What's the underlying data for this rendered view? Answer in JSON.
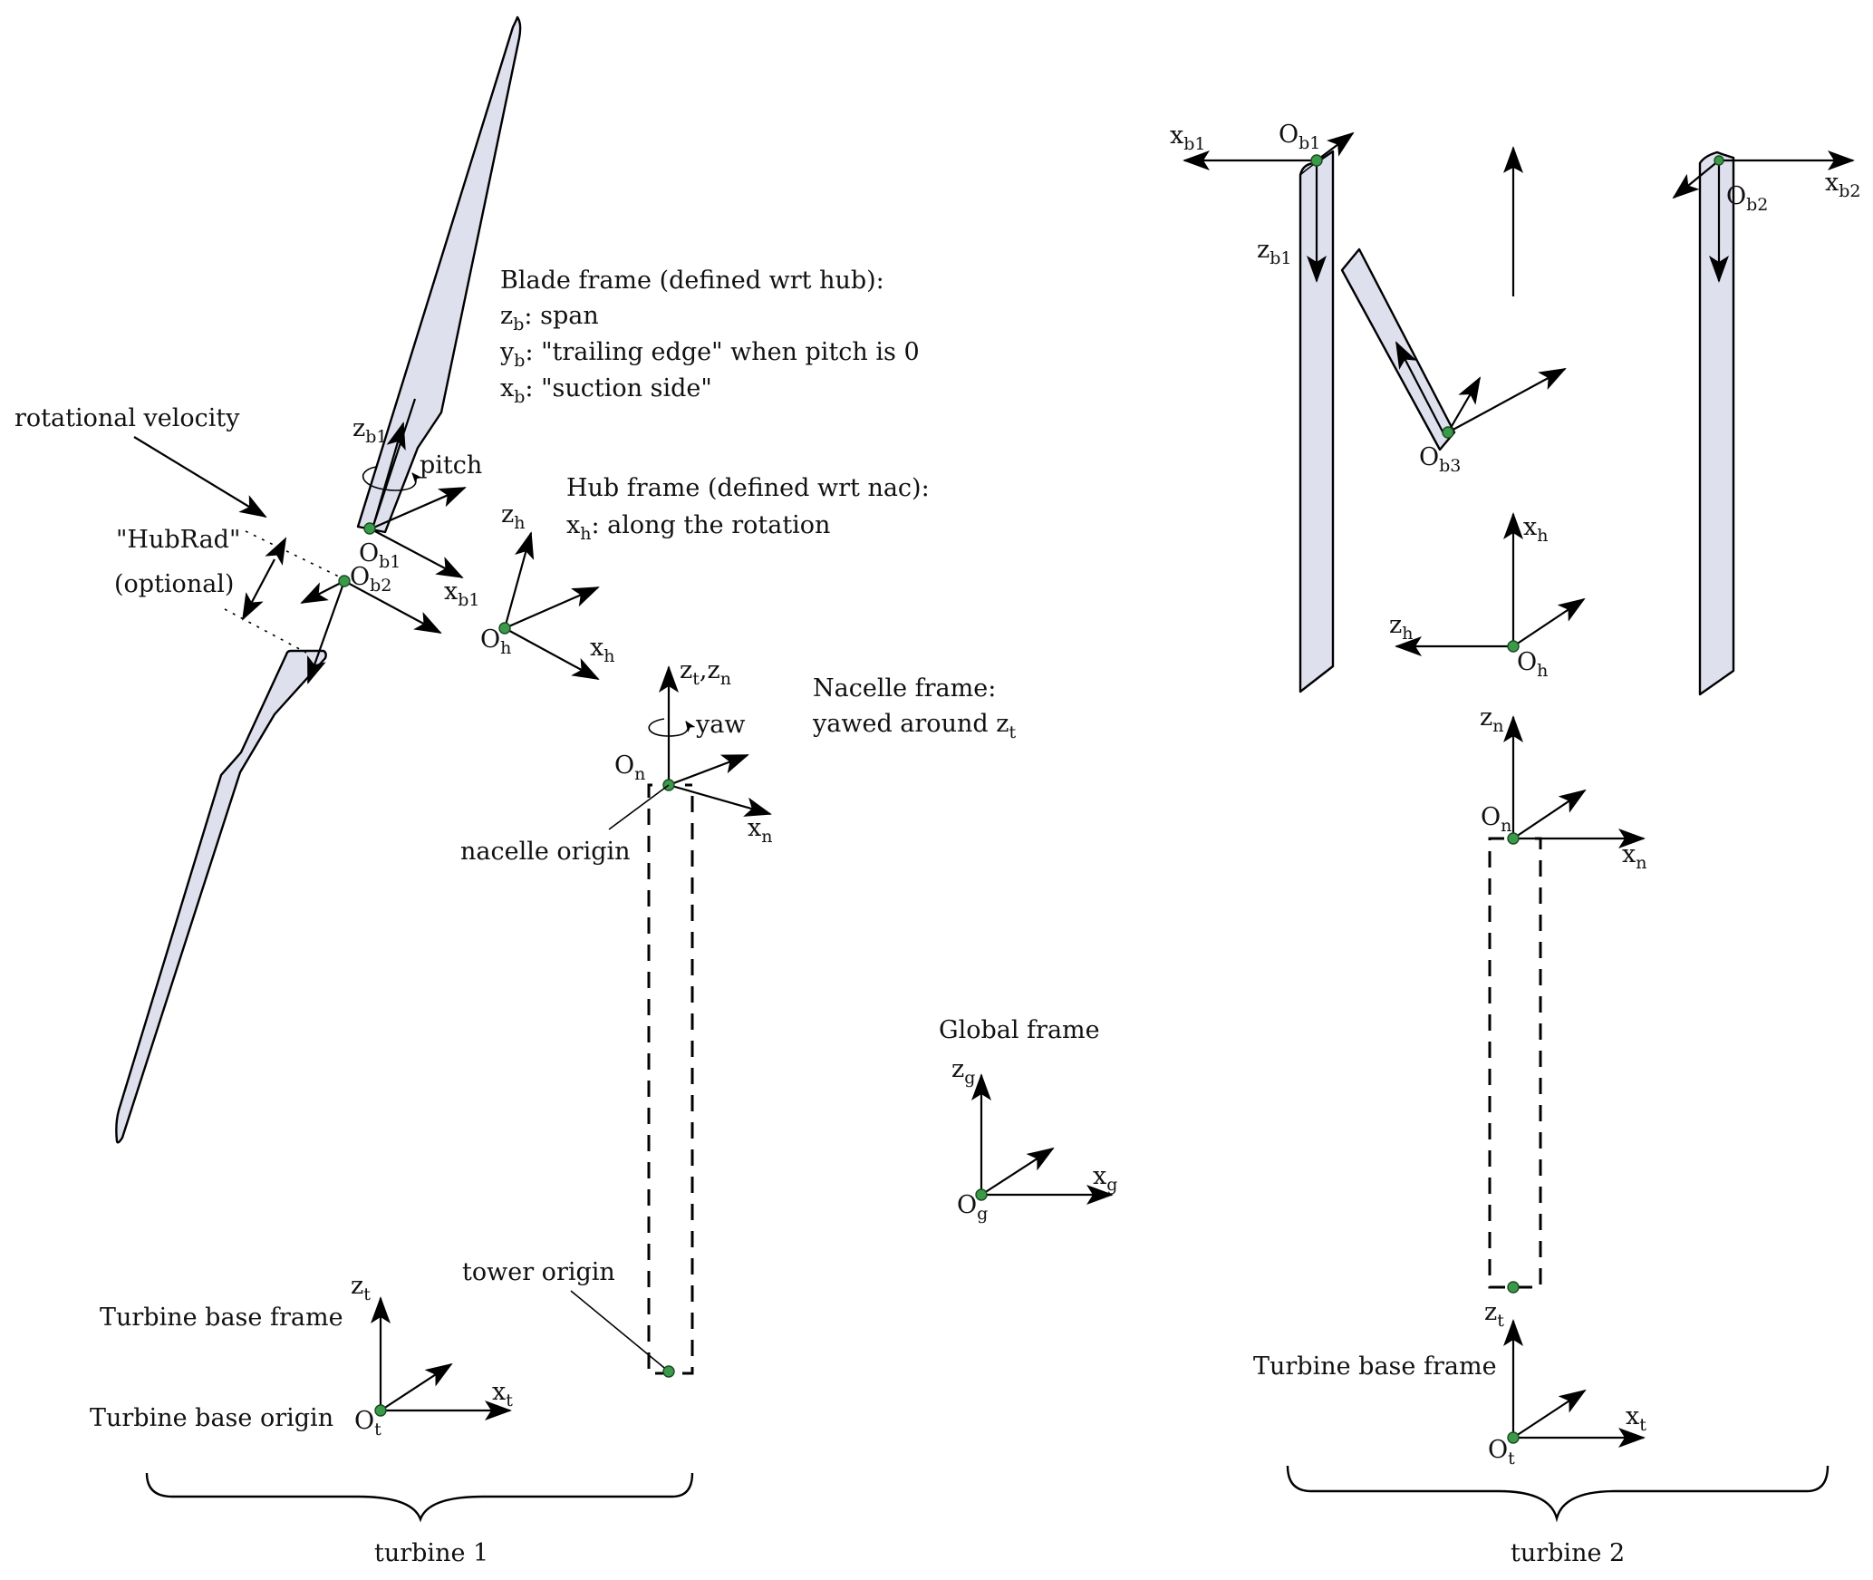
{
  "colors": {
    "blade_fill": "#dfe0ee",
    "origin_dot": "#3a9a4a",
    "line": "#000000"
  },
  "turbine1": {
    "label": "turbine 1",
    "blade_frame": {
      "title": "Blade frame (defined wrt hub):",
      "lines": [
        {
          "sym": "z",
          "sub": "b",
          "text": ": span"
        },
        {
          "sym": "y",
          "sub": "b",
          "text": ": \"trailing edge\" when pitch is 0"
        },
        {
          "sym": "x",
          "sub": "b",
          "text": ": \"suction side\""
        }
      ]
    },
    "hub_frame": {
      "title": "Hub frame (defined wrt nac):",
      "lines": [
        {
          "sym": "x",
          "sub": "h",
          "text": ": along the rotation"
        }
      ]
    },
    "nacelle_frame": {
      "title": "Nacelle frame:",
      "line": "yawed around z",
      "line_sub": "t"
    },
    "rotational_velocity": "rotational velocity",
    "hubrad": "\"HubRad\"",
    "hubrad_note": "(optional)",
    "pitch": "pitch",
    "yaw": "yaw",
    "nacelle_origin": "nacelle origin",
    "tower_origin": "tower origin",
    "turbine_base_frame": "Turbine base frame",
    "turbine_base_origin": "Turbine base origin",
    "axes": {
      "z_b1": {
        "sym": "z",
        "sub": "b1"
      },
      "x_b1": {
        "sym": "x",
        "sub": "b1"
      },
      "O_b1": {
        "sym": "O",
        "sub": "b1"
      },
      "O_b2": {
        "sym": "O",
        "sub": "b2"
      },
      "z_h": {
        "sym": "z",
        "sub": "h"
      },
      "x_h": {
        "sym": "x",
        "sub": "h"
      },
      "O_h": {
        "sym": "O",
        "sub": "h"
      },
      "z_tn": {
        "sym": "z",
        "sub": "t",
        "sym2": ",z",
        "sub2": "n"
      },
      "O_n": {
        "sym": "O",
        "sub": "n"
      },
      "x_n": {
        "sym": "x",
        "sub": "n"
      },
      "z_t": {
        "sym": "z",
        "sub": "t"
      },
      "x_t": {
        "sym": "x",
        "sub": "t"
      },
      "O_t": {
        "sym": "O",
        "sub": "t"
      }
    }
  },
  "global": {
    "title": "Global frame",
    "axes": {
      "z_g": {
        "sym": "z",
        "sub": "g"
      },
      "x_g": {
        "sym": "x",
        "sub": "g"
      },
      "O_g": {
        "sym": "O",
        "sub": "g"
      }
    }
  },
  "turbine2": {
    "label": "turbine 2",
    "turbine_base_frame": "Turbine base frame",
    "axes": {
      "x_b1": {
        "sym": "x",
        "sub": "b1"
      },
      "O_b1": {
        "sym": "O",
        "sub": "b1"
      },
      "z_b1": {
        "sym": "z",
        "sub": "b1"
      },
      "O_b2": {
        "sym": "O",
        "sub": "b2"
      },
      "x_b2": {
        "sym": "x",
        "sub": "b2"
      },
      "O_b3": {
        "sym": "O",
        "sub": "b3"
      },
      "x_h": {
        "sym": "x",
        "sub": "h"
      },
      "z_h": {
        "sym": "z",
        "sub": "h"
      },
      "O_h": {
        "sym": "O",
        "sub": "h"
      },
      "z_n": {
        "sym": "z",
        "sub": "n"
      },
      "O_n": {
        "sym": "O",
        "sub": "n"
      },
      "x_n": {
        "sym": "x",
        "sub": "n"
      },
      "z_t": {
        "sym": "z",
        "sub": "t"
      },
      "x_t": {
        "sym": "x",
        "sub": "t"
      },
      "O_t": {
        "sym": "O",
        "sub": "t"
      }
    }
  }
}
